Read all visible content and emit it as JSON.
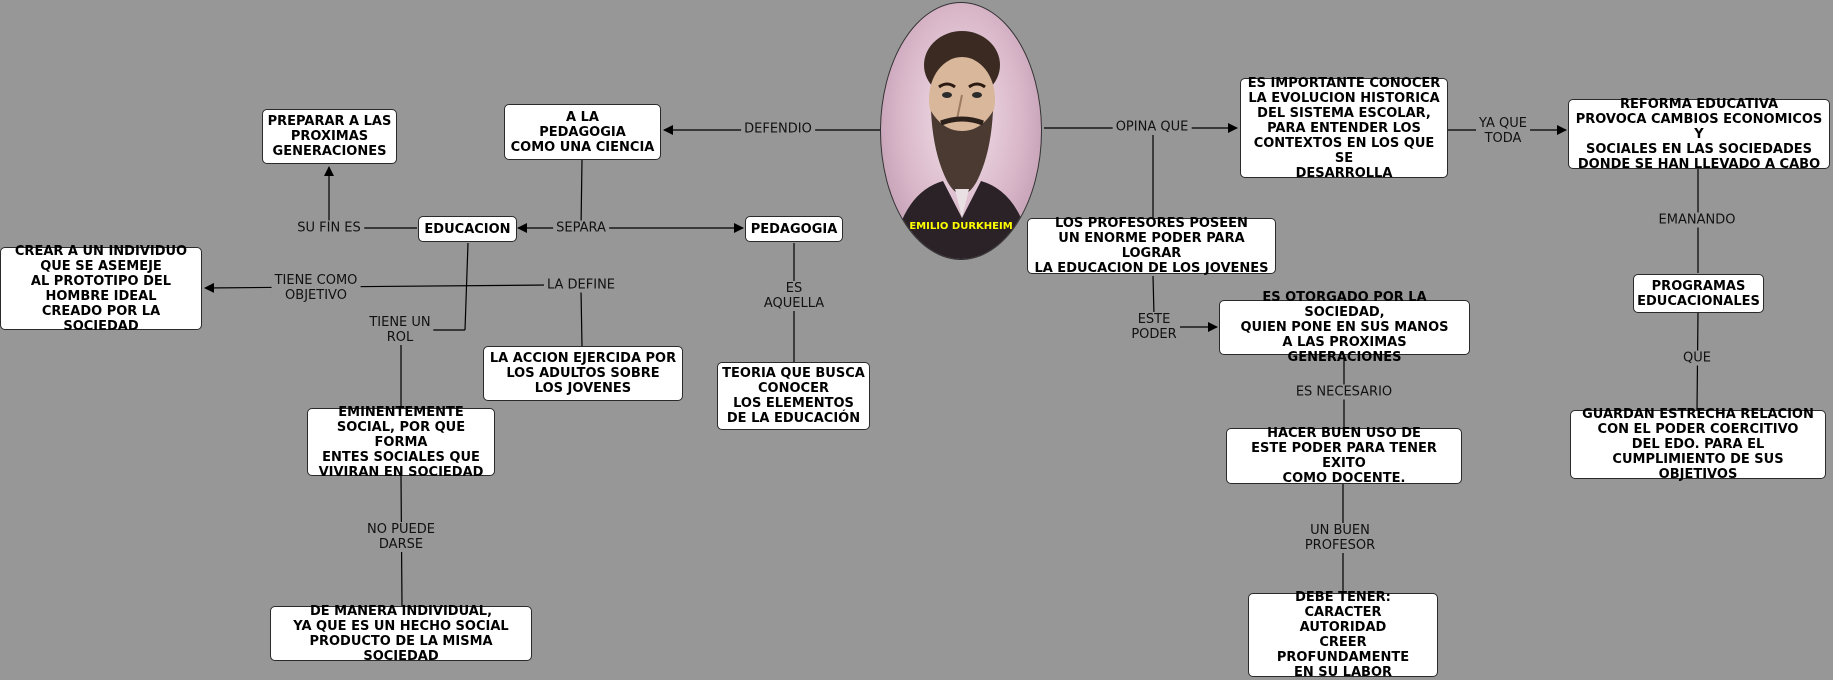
{
  "portrait": {
    "caption": "EMILIO DURKHEIM"
  },
  "nodes": {
    "a_la_pedagogia": "A LA\nPEDAGOGIA\nCOMO UNA CIENCIA",
    "preparar": "PREPARAR A LAS\nPROXIMAS\nGENERACIONES",
    "educacion": "EDUCACION",
    "pedagogia": "PEDAGOGIA",
    "crear": "CREAR  A UN INDIVIDUO\nQUE SE ASEMEJE\nAL PROTOTIPO DEL\nHOMBRE IDEAL\nCREADO POR LA SOCIEDAD",
    "accion": "LA ACCION EJERCIDA POR\nLOS ADULTOS SOBRE\nLOS JOVENES",
    "teoria": "TEORIA QUE BUSCA\nCONOCER\nLOS ELEMENTOS\nDE LA EDUCACIÓN",
    "eminentemente": "EMINENTEMENTE\nSOCIAL, POR QUE FORMA\nENTES SOCIALES QUE\nVIVIRAN EN SOCIEDAD",
    "manera_individual": "DE MANERA INDIVIDUAL,\nYA QUE ES UN HECHO SOCIAL\nPRODUCTO DE LA MISMA SOCIEDAD",
    "importante": "ES IMPORTANTE CONOCER\nLA EVOLUCION HISTORICA\nDEL SISTEMA ESCOLAR,\nPARA ENTENDER LOS\nCONTEXTOS EN LOS QUE SE\nDESARROLLA",
    "reforma": "REFORMA EDUCATIVA\nPROVOCA CAMBIOS ECONOMICOS Y\nSOCIALES EN LAS SOCIEDADES\nDONDE SE HAN LLEVADO A CABO",
    "profesores": "LOS PROFESORES POSEEN\nUN ENORME PODER PARA LOGRAR\nLA EDUCACION DE LOS JOVENES",
    "otorgado": "ES OTORGADO POR LA SOCIEDAD,\nQUIEN PONE EN SUS MANOS\nA LAS PROXIMAS GENERACIONES",
    "programas": "PROGRAMAS\nEDUCACIONALES",
    "hacer_buen_uso": "HACER BUEN USO DE\nESTE PODER PARA TENER EXITO\nCOMO DOCENTE.",
    "guardan": "GUARDAN ESTRECHA RELACION\nCON EL PODER COERCITIVO\nDEL EDO. PARA EL\nCUMPLIMIENTO DE SUS OBJETIVOS",
    "debe_tener": "DEBE TENER:\nCARACTER\nAUTORIDAD\nCREER PROFUNDAMENTE\nEN SU LABOR"
  },
  "labels": {
    "defendio": "DEFENDIO",
    "opina_que": "OPINA QUE",
    "ya_que_toda": "YA QUE\nTODA",
    "su_fin_es": "SU FIN ES",
    "separa": "SEPARA",
    "tiene_como_objetivo": "TIENE COMO\nOBJETIVO",
    "la_define": "LA DEFINE",
    "es_aquella": "ES\nAQUELLA",
    "tiene_un_rol": "TIENE UN\nROL",
    "no_puede_darse": "NO PUEDE\nDARSE",
    "emanando": "EMANANDO",
    "este_poder": "ESTE\nPODER",
    "es_necesario": "ES NECESARIO",
    "que": "QUE",
    "un_buen_profesor": "UN BUEN\nPROFESOR"
  }
}
